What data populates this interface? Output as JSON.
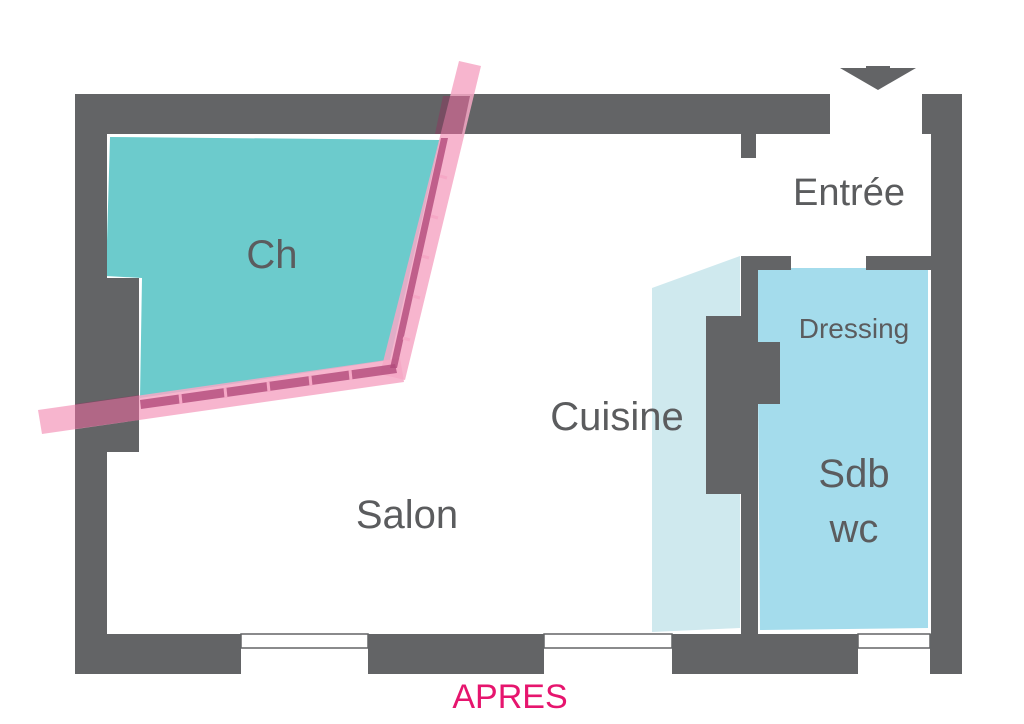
{
  "plan": {
    "caption": "APRES",
    "rooms": {
      "bedroom": "Ch",
      "entrance": "Entrée",
      "dressing": "Dressing",
      "kitchen": "Cuisine",
      "bathroom_line1": "Sdb",
      "bathroom_line2": "wc",
      "living": "Salon"
    },
    "colors": {
      "wall": "#636466",
      "bedroom_fill": "#6ccbcc",
      "bathroom_fill": "#a4dcec",
      "kitchen_fill": "#cfe9ee",
      "partition_highlight": "#f6a8c6",
      "caption": "#e6156e",
      "label": "#5b5c5e"
    }
  }
}
